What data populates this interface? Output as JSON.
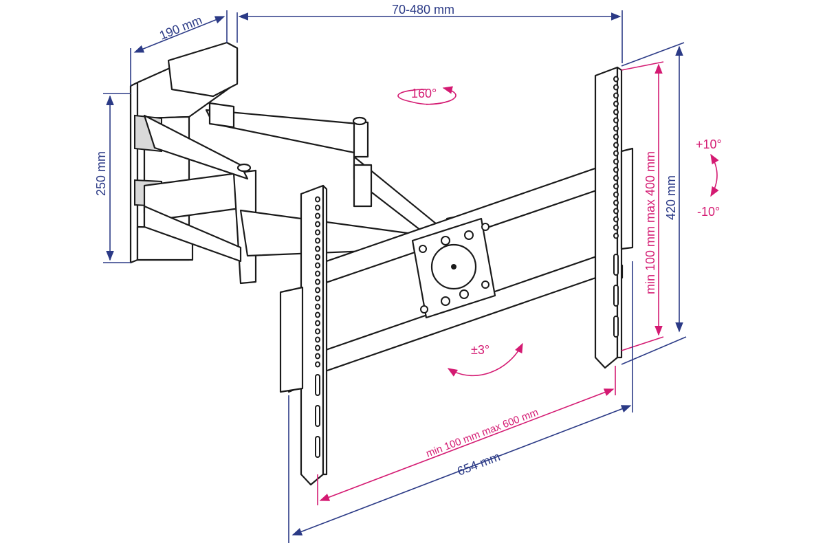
{
  "dimensions": {
    "arm_extension": "70-480 mm",
    "wall_plate_depth": "190 mm",
    "wall_plate_height": "250 mm",
    "swivel": "160°",
    "tilt_up": "+10°",
    "tilt_down": "-10°",
    "vertical_vesa": "min 100 mm max 400 mm",
    "vertical_total": "420 mm",
    "horizontal_vesa": "min 100 mm max 600 mm",
    "horizontal_total": "654 mm",
    "rotation": "±3°"
  },
  "colors": {
    "dimension_blue": "#2b3a86",
    "dimension_pink": "#d41a72",
    "outline": "#1a1a1a"
  }
}
